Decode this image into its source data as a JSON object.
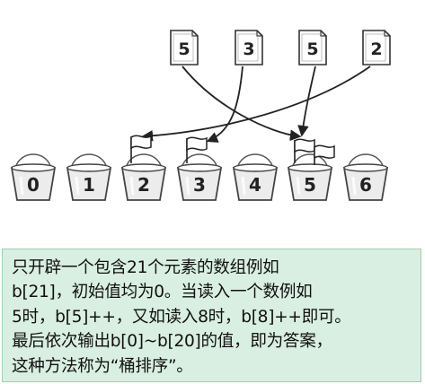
{
  "cards": [
    "5",
    "3",
    "5",
    "2"
  ],
  "buckets": [
    "0",
    "1",
    "2",
    "3",
    "4",
    "5",
    "6"
  ],
  "caption": {
    "lines": [
      "只开辟一个包含21个元素的数组例如",
      "b[21]，初始值均为0。当读入一个数例如",
      "5时，b[5]++，又如读入8时，b[8]++即可。",
      "最后依次输出b[0]~b[20]的值，即为答案，",
      "这种方法称为“桶排序”。"
    ]
  }
}
